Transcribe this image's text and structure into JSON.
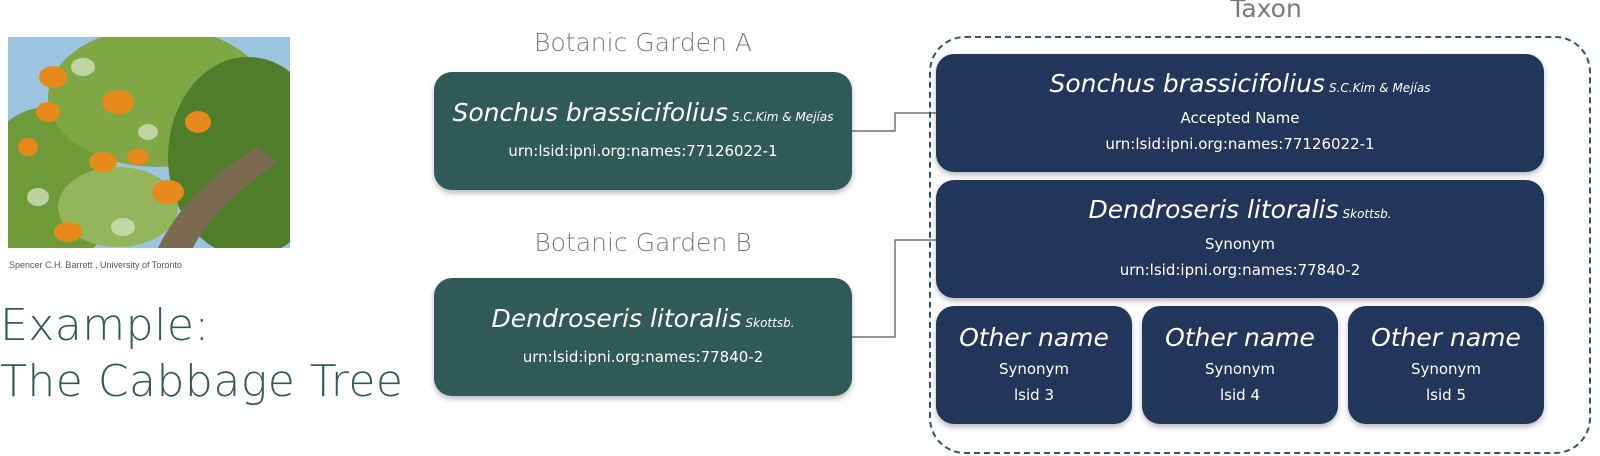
{
  "photo": {
    "credit": "Spencer C.H. Barrett , University of Toronto"
  },
  "example": {
    "line1": "Example:",
    "line2": "The Cabbage Tree"
  },
  "garden_a": {
    "label": "Botanic Garden A",
    "name": "Sonchus brassicifolius",
    "author": "S.C.Kim & Mejías",
    "lsid": "urn:lsid:ipni.org:names:77126022-1"
  },
  "garden_b": {
    "label": "Botanic Garden B",
    "name": "Dendroseris litoralis",
    "author": "Skottsb.",
    "lsid": "urn:lsid:ipni.org:names:77840-2"
  },
  "taxon": {
    "label": "Taxon",
    "accepted": {
      "name": "Sonchus brassicifolius",
      "author": "S.C.Kim & Mejías",
      "status": "Accepted Name",
      "lsid": "urn:lsid:ipni.org:names:77126022-1"
    },
    "synonym": {
      "name": "Dendroseris litoralis",
      "author": "Skottsb.",
      "status": "Synonym",
      "lsid": "urn:lsid:ipni.org:names:77840-2"
    },
    "others": [
      {
        "name": "Other name",
        "status": "Synonym",
        "lsid": "lsid 3"
      },
      {
        "name": "Other name",
        "status": "Synonym",
        "lsid": "lsid 4"
      },
      {
        "name": "Other name",
        "status": "Synonym",
        "lsid": "lsid 5"
      }
    ]
  },
  "colors": {
    "garden_card": "#2f5a55",
    "taxon_card": "#21365a",
    "frame": "#2f5a55",
    "label_text": "#7a7a7a"
  }
}
